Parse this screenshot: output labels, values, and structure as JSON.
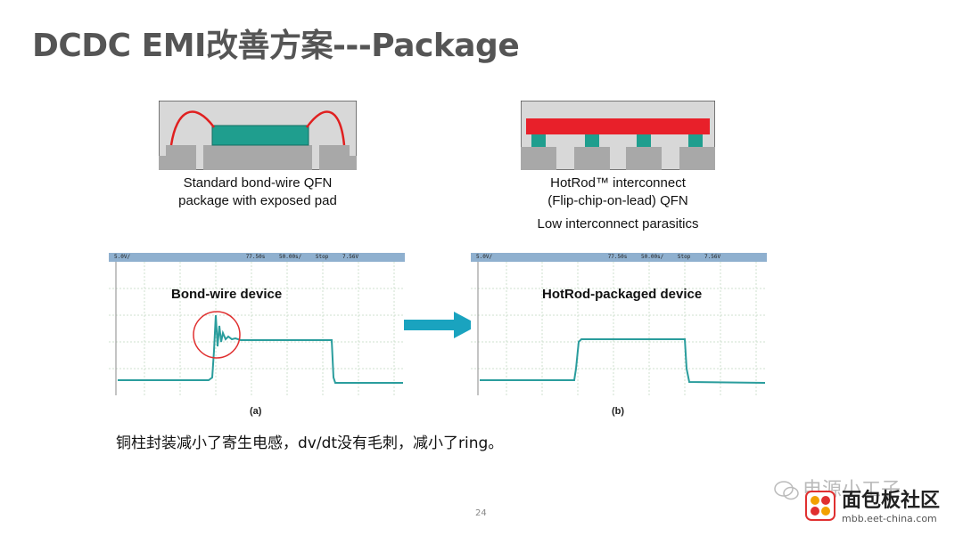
{
  "slide": {
    "title": "DCDC EMI改善方案---Package",
    "page_number": "24",
    "note": "铜柱封装减小了寄生电感，dv/dt没有毛刺，减小了ring。"
  },
  "left_package": {
    "caption_line1": "Standard bond-wire QFN",
    "caption_line2": "package with exposed pad"
  },
  "right_package": {
    "caption_line1": "HotRod™ interconnect",
    "caption_line2": "(Flip-chip-on-lead) QFN",
    "caption_line3": "Low interconnect parasitics"
  },
  "scope_a": {
    "label": "Bond-wire device",
    "sublabel": "(a)",
    "header": [
      "5.0V/",
      "77.50s",
      "50.00s/",
      "Stop",
      "7.56V"
    ]
  },
  "scope_b": {
    "label": "HotRod-packaged device",
    "sublabel": "(b)",
    "header": [
      "5.0V/",
      "77.50s",
      "50.00s/",
      "Stop",
      "7.56V"
    ]
  },
  "watermark": {
    "text": "电源小工子",
    "brand": "面包板社区",
    "domain": "mbb.eet-china.com"
  },
  "colors": {
    "trace": "#2a9d9d",
    "arrow": "#1aa3bf",
    "bond_wire": "#e02020",
    "die": "#1f9e8e",
    "hotrod_bar": "#e8202a",
    "mold": "#d8d8d8",
    "lead": "#a8a8a8",
    "circle": "#e03030"
  },
  "icons": [
    "arrow-right-icon",
    "wechat-icon",
    "mbb-logo-icon"
  ]
}
